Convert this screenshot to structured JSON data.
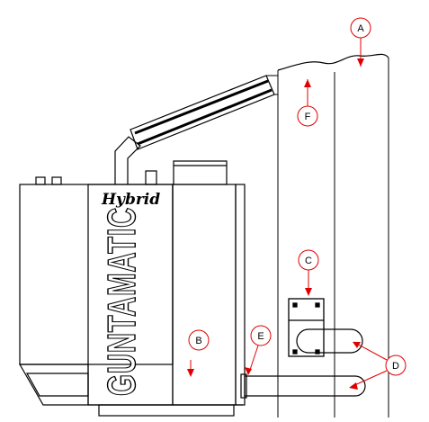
{
  "brand": {
    "name": "GUNTAMATIC",
    "subtitle": "Hybrid"
  },
  "callouts": [
    {
      "id": "A",
      "label": "A"
    },
    {
      "id": "B",
      "label": "B"
    },
    {
      "id": "C",
      "label": "C"
    },
    {
      "id": "D",
      "label": "D"
    },
    {
      "id": "E",
      "label": "E"
    },
    {
      "id": "F",
      "label": "F"
    }
  ],
  "colors": {
    "line": "#000000",
    "callout_circle": "#e00000",
    "arrow": "#e00000",
    "background": "#ffffff"
  }
}
